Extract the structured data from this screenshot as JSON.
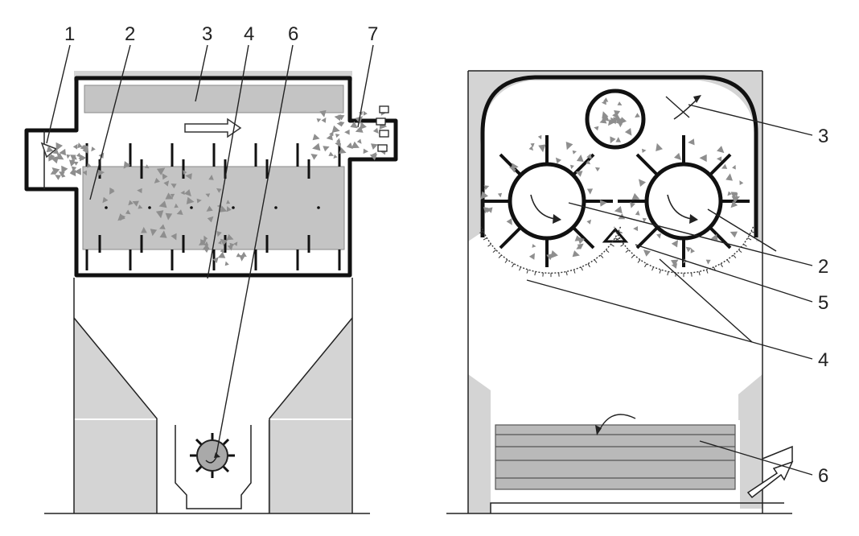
{
  "diagrams": [
    {
      "id": "left",
      "callouts": [
        {
          "label": "1"
        },
        {
          "label": "2"
        },
        {
          "label": "3"
        },
        {
          "label": "4"
        },
        {
          "label": "6"
        },
        {
          "label": "7"
        }
      ]
    },
    {
      "id": "right",
      "callouts": [
        {
          "label": "3"
        },
        {
          "label": "2"
        },
        {
          "label": "5"
        },
        {
          "label": "4"
        },
        {
          "label": "6"
        }
      ]
    }
  ],
  "colors": {
    "line": "#111111",
    "fill_gray": "#c4c4c4",
    "background": "#ffffff",
    "particles": "#8e8e8e"
  },
  "icons": [
    "flow-arrow-icon",
    "rotation-arrow-icon"
  ]
}
